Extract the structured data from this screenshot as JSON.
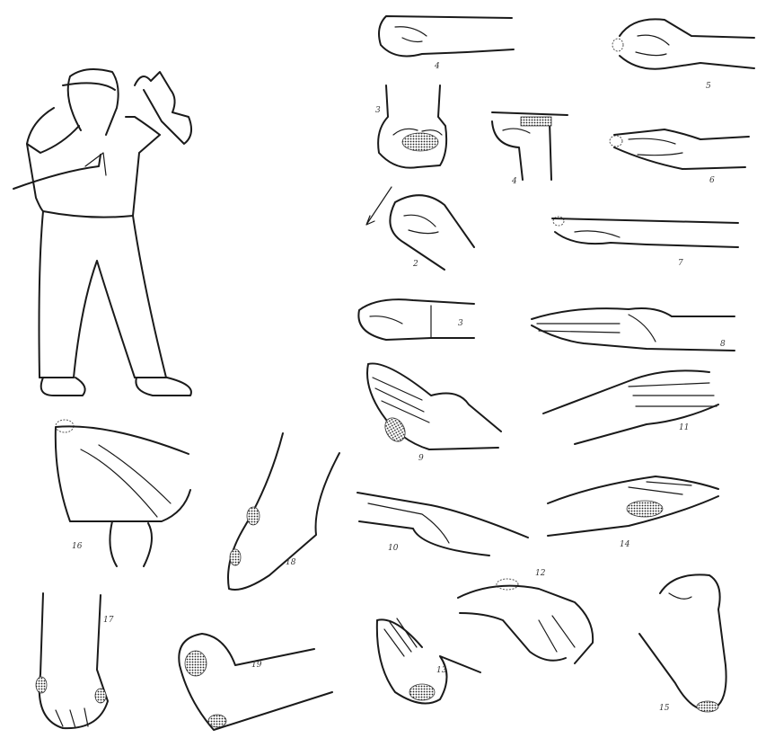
{
  "figures": [
    {
      "id": "standing",
      "label": ""
    },
    {
      "id": "fist-side",
      "label": "4"
    },
    {
      "id": "fist-knuckle",
      "label": "5"
    },
    {
      "id": "fist-front",
      "label": "3"
    },
    {
      "id": "fist-vertical",
      "label": "4"
    },
    {
      "id": "fist-thumb",
      "label": "6"
    },
    {
      "id": "fist-diagonal",
      "label": "2"
    },
    {
      "id": "forearm-edge",
      "label": "7"
    },
    {
      "id": "fist-small",
      "label": "3"
    },
    {
      "id": "finger-tips",
      "label": "8"
    },
    {
      "id": "palm-heel",
      "label": "9"
    },
    {
      "id": "open-hand-back",
      "label": "11"
    },
    {
      "id": "knee",
      "label": "16"
    },
    {
      "id": "foot-side",
      "label": "18"
    },
    {
      "id": "pointing-hand",
      "label": "10"
    },
    {
      "id": "palm-up",
      "label": "14"
    },
    {
      "id": "wrist-bent",
      "label": "12"
    },
    {
      "id": "foot-front",
      "label": "17"
    },
    {
      "id": "foot-sole",
      "label": "19"
    },
    {
      "id": "palm-cup",
      "label": "13"
    },
    {
      "id": "elbow",
      "label": "15"
    }
  ]
}
